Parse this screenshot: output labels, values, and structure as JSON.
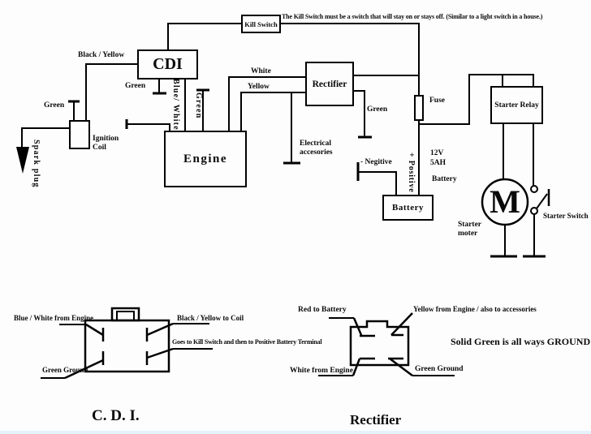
{
  "colors": {
    "ink": "#000000",
    "background": "#fdfdfd"
  },
  "note": "The Kill Switch must be a switch that will stay on or stays off.  (Similar to a light switch in a house.)",
  "boxes": {
    "kill_switch": "Kill Switch",
    "cdi": "CDI",
    "rectifier": "Rectifier",
    "engine": "Engine",
    "battery": "Battery",
    "starter_relay": "Starter Relay",
    "motor": "M"
  },
  "wire_labels": {
    "black_yellow": "Black / Yellow",
    "green": "Green",
    "blue_white": "Blue/ White",
    "white": "White",
    "yellow": "Yellow",
    "fuse": "Fuse",
    "electrical_accessories": "Electrical accesories",
    "negative": "- Negitive",
    "positive": "+ Positive",
    "battery_voltage": "12V",
    "battery_capacity": "5AH",
    "battery_word": "Battery",
    "ignition_coil": "Ignition Coil",
    "spark_plug": "Spark plug",
    "starter_motor": "Starter moter",
    "starter_switch": "Starter Switch"
  },
  "cdi_connector": {
    "title": "C. D. I.",
    "pin_top_left": "Blue / White from Engine",
    "pin_top_right": "Black / Yellow to Coil",
    "pin_mid_right": "Goes to Kill Switch and then to Positive Battery Terminal",
    "pin_bottom_left": "Green Ground"
  },
  "rectifier_connector": {
    "title": "Rectifier",
    "pin_top_left": "Red to Battery",
    "pin_top_right": "Yellow from Engine / also to accessories",
    "pin_bottom_left": "White from Engine",
    "pin_bottom_right": "Green Ground",
    "ground_note": "Solid Green is all ways GROUND"
  }
}
